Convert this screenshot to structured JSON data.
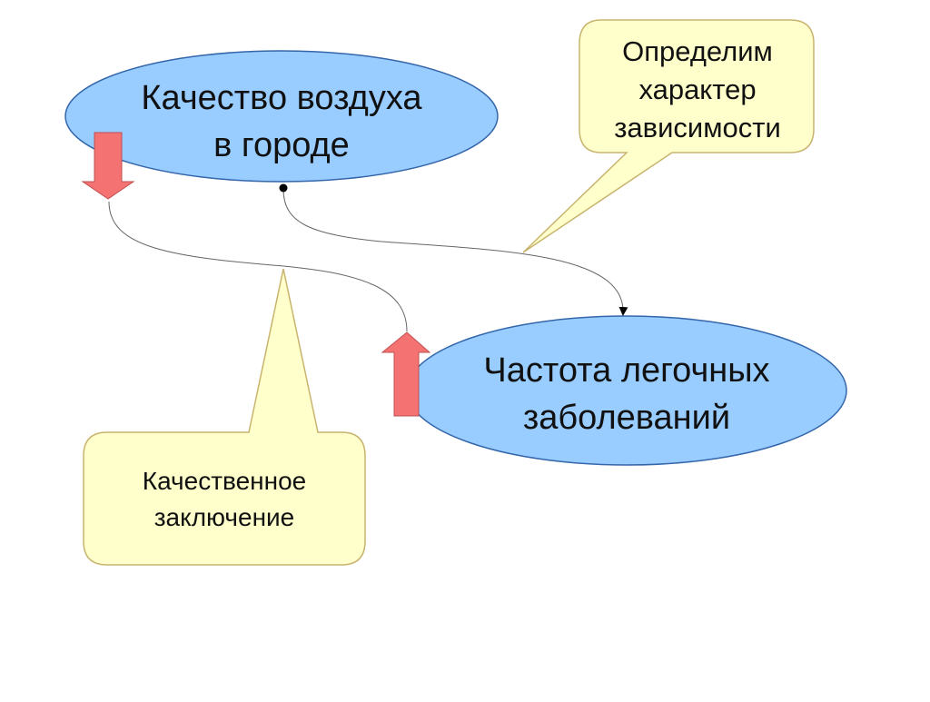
{
  "diagram": {
    "nodes": {
      "air_quality": "Качество воздуха\nв городе",
      "disease_rate": "Частота легочных\nзаболеваний"
    },
    "callouts": {
      "define_dependency": "Определим\nхарактер\nзависимости",
      "qualitative_conclusion": "Качественное\nзаключение"
    },
    "colors": {
      "ellipse_fill": "#99ccff",
      "ellipse_stroke": "#3366aa",
      "callout_fill": "#ffffcc",
      "callout_stroke": "#c8b46e",
      "arrow_fill": "#f47272",
      "arrow_stroke": "#c05050",
      "connector": "#666666"
    },
    "icons": {
      "down_arrow": "arrow-down-icon",
      "up_arrow": "arrow-up-icon"
    }
  }
}
